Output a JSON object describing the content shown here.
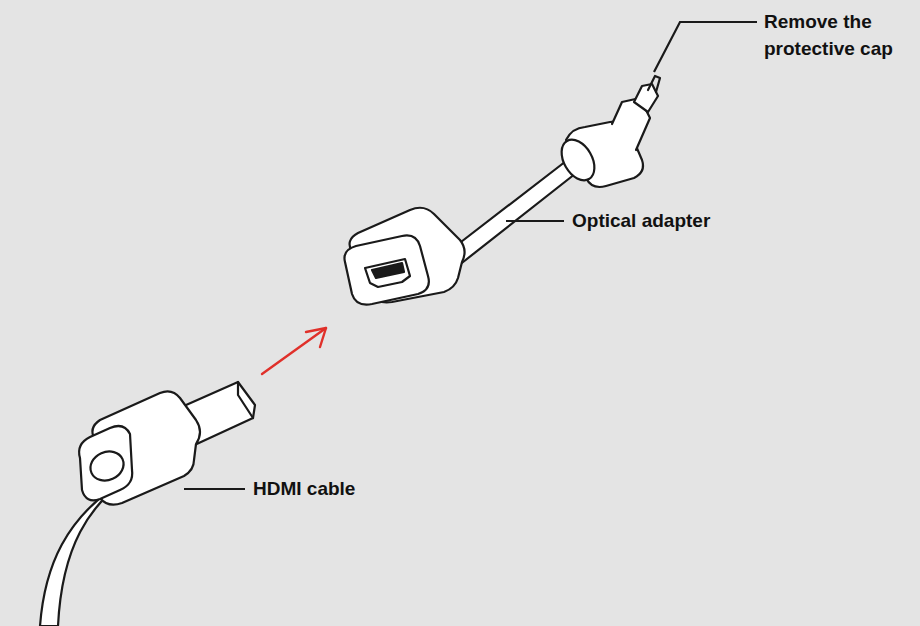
{
  "diagram": {
    "labels": [
      "Remove the protective cap",
      "Optical adapter",
      "HDMI cable"
    ]
  }
}
